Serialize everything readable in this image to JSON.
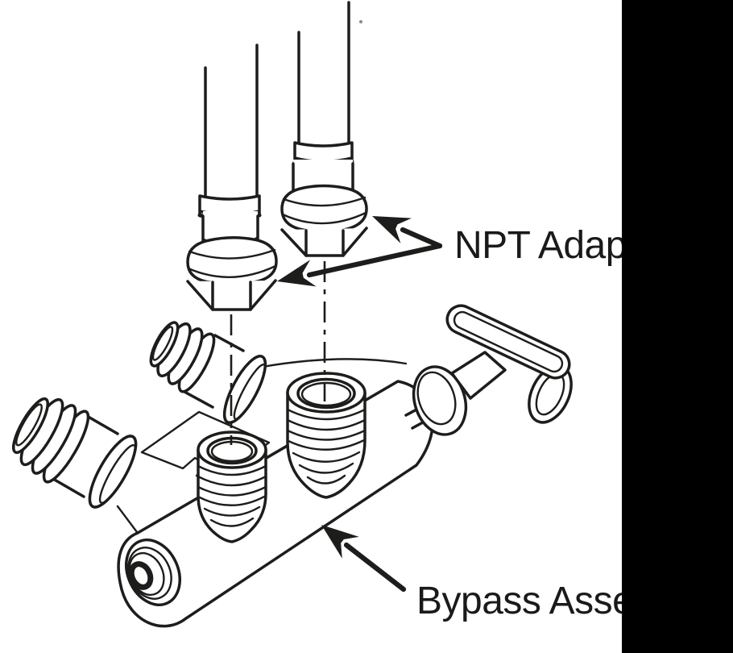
{
  "diagram": {
    "colors": {
      "background": "#ffffff",
      "line": "#1d1d1b",
      "panel": "#000000",
      "label_text": "#1a1a1a"
    },
    "labels": {
      "npt_adapter": "NPT Adapt",
      "bypass_assembly": "Bypass Asse"
    },
    "parts": [
      "inlet-pipe-left",
      "inlet-pipe-right",
      "npt-adapter-left",
      "npt-adapter-right",
      "center-line-left",
      "center-line-right",
      "bypass-valve-body",
      "end-cap",
      "quick-connect-fitting-upper",
      "quick-connect-fitting-lower",
      "mounting-plate",
      "threaded-port-left",
      "threaded-port-right",
      "valve-stem-disc",
      "t-handle"
    ]
  }
}
